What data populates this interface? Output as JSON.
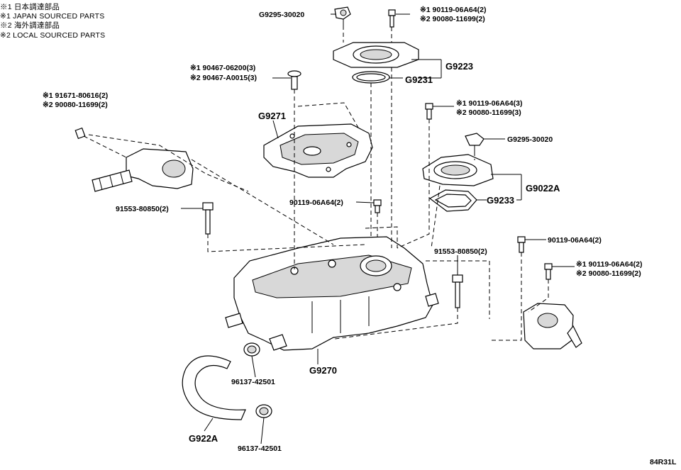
{
  "legend": [
    "※1 日本調達部品",
    "※1 JAPAN SOURCED PARTS",
    "※2 海外調達部品",
    "※2 LOCAL SOURCED PARTS"
  ],
  "labels": {
    "g9295_top": "G9295-30020",
    "bolt_top_1": "※1 90119-06A64(2)",
    "bolt_top_2": "※2 90080-11699(2)",
    "g9223": "G9223",
    "g9231": "G9231",
    "clip_1": "※1 90467-06200(3)",
    "clip_2": "※2 90467-A0015(3)",
    "g9271": "G9271",
    "nut_1": "※1 91671-80616(2)",
    "nut_2": "※2 90080-11699(2)",
    "bolt_right_1": "※1 90119-06A64(3)",
    "bolt_right_2": "※2 90080-11699(3)",
    "g9295_right": "G9295-30020",
    "g9022a": "G9022A",
    "g9233": "G9233",
    "bolt_center": "90119-06A64(2)",
    "bolt_left": "91553-80850(2)",
    "bolt_mid": "91553-80850(2)",
    "bolt_far_right": "90119-06A64(2)",
    "bolt_far_right_1": "※1 90119-06A64(2)",
    "bolt_far_right_2": "※2 90080-11699(2)",
    "g9270": "G9270",
    "clamp_upper": "96137-42501",
    "g922a": "G922A",
    "clamp_lower": "96137-42501",
    "figure_code": "84R31L"
  }
}
